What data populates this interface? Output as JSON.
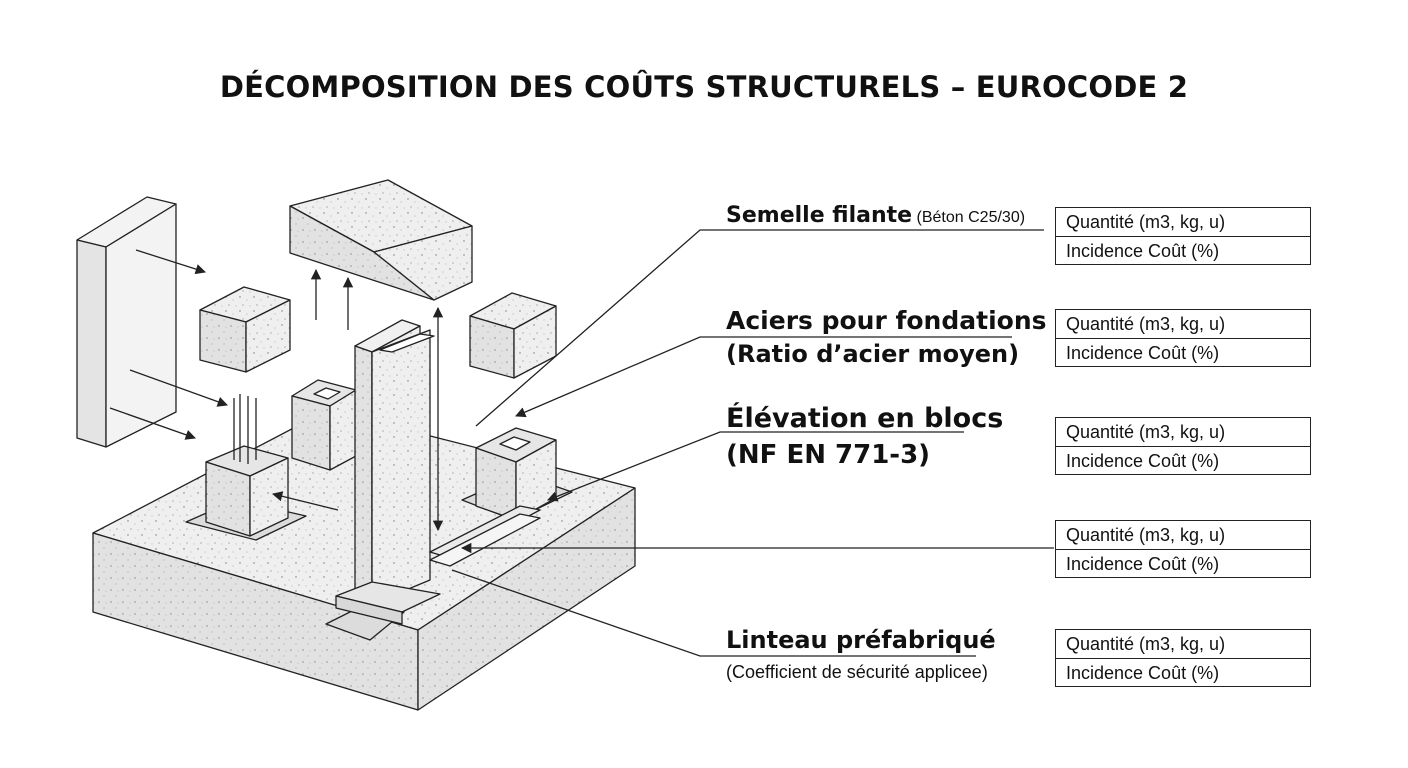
{
  "title": "DÉCOMPOSITION DES COÛTS STRUCTURELS – EUROCODE 2",
  "labels": [
    {
      "main": "Semelle filante",
      "sub": "(Béton C25/30)"
    },
    {
      "main": "Aciers pour fondations",
      "sub": "(Ratio d’acier moyen)"
    },
    {
      "main": "Élévation en blocs",
      "sub": "(NF EN 771-3)"
    },
    {
      "main": "",
      "sub": ""
    },
    {
      "main": "Linteau préfabriqué",
      "sub": "(Coefficient de sécurité applicee)"
    }
  ],
  "boxes": [
    {
      "quantity": "Quantité (m3, kg, u)",
      "cost": "Incidence Coût (%)"
    },
    {
      "quantity": "Quantité (m3, kg, u)",
      "cost": "Incidence Coût (%)"
    },
    {
      "quantity": "Quantité (m3, kg, u)",
      "cost": "Incidence Coût (%)"
    },
    {
      "quantity": "Quantité (m3, kg, u)",
      "cost": "Incidence Coût (%)"
    },
    {
      "quantity": "Quantité (m3, kg, u)",
      "cost": "Incidence Coût (%)"
    }
  ]
}
